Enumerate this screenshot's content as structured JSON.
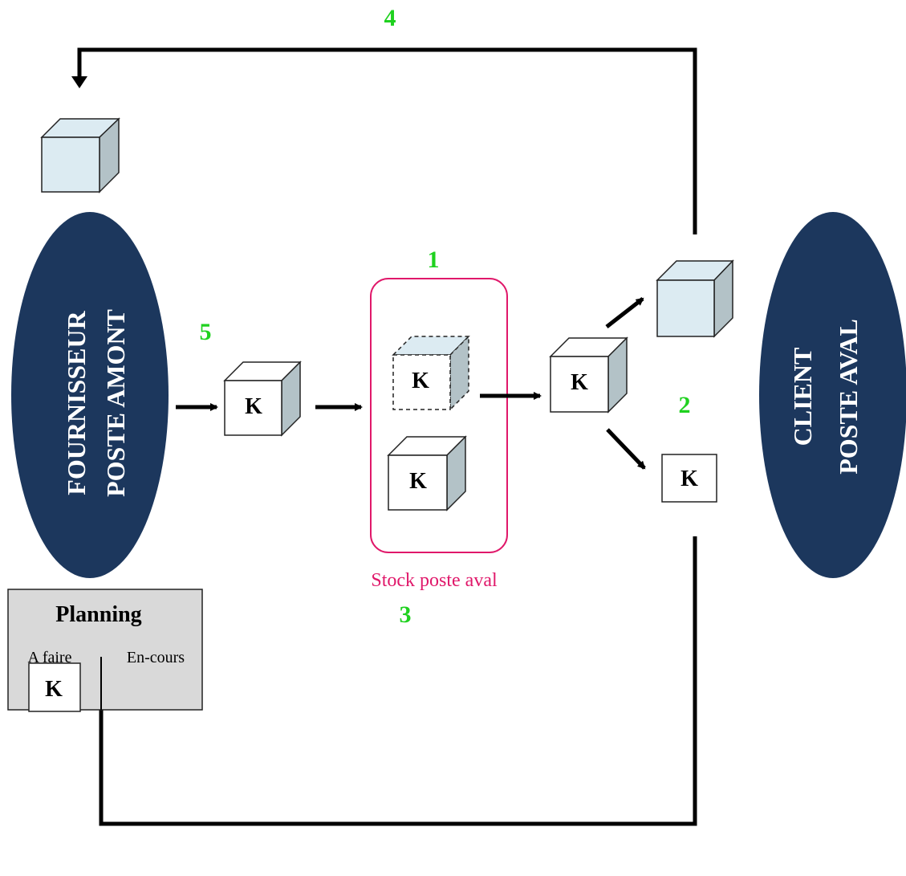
{
  "steps": {
    "s1": "1",
    "s2": "2",
    "s3": "3",
    "s4": "4",
    "s5": "5"
  },
  "supplier": {
    "line1": "FOURNISSEUR",
    "line2": "POSTE AMONT"
  },
  "client": {
    "line1": "CLIENT",
    "line2": "POSTE AVAL"
  },
  "stock_label": "Stock poste aval",
  "kanban_letter": "K",
  "planning": {
    "title": "Planning",
    "col_todo": "A faire",
    "col_doing": "En-cours"
  },
  "colors": {
    "ellipse": "#1c375d",
    "step_number": "#1fd11f",
    "stock_border": "#e0186a",
    "cube_front": "#ffffff",
    "cube_top_blue": "#dcebf2",
    "cube_side": "#b3c2c7",
    "planning_bg": "#d9d9d9"
  }
}
